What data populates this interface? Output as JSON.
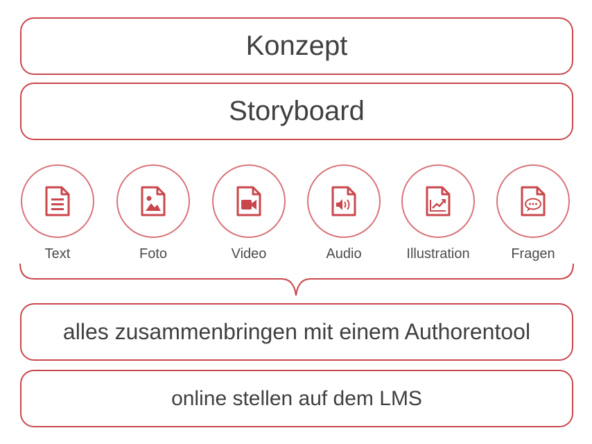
{
  "steps": {
    "concept": "Konzept",
    "storyboard": "Storyboard",
    "combine": "alles zusammenbringen mit einem Authorentool",
    "publish": "online stellen auf dem LMS"
  },
  "media": [
    {
      "label": "Text",
      "icon": "text-document-icon"
    },
    {
      "label": "Foto",
      "icon": "photo-document-icon"
    },
    {
      "label": "Video",
      "icon": "video-document-icon"
    },
    {
      "label": "Audio",
      "icon": "audio-document-icon"
    },
    {
      "label": "Illustration",
      "icon": "chart-document-icon"
    },
    {
      "label": "Fragen",
      "icon": "chat-document-icon"
    }
  ],
  "colors": {
    "accent": "#c9474c",
    "circle_border": "#d9737a"
  }
}
